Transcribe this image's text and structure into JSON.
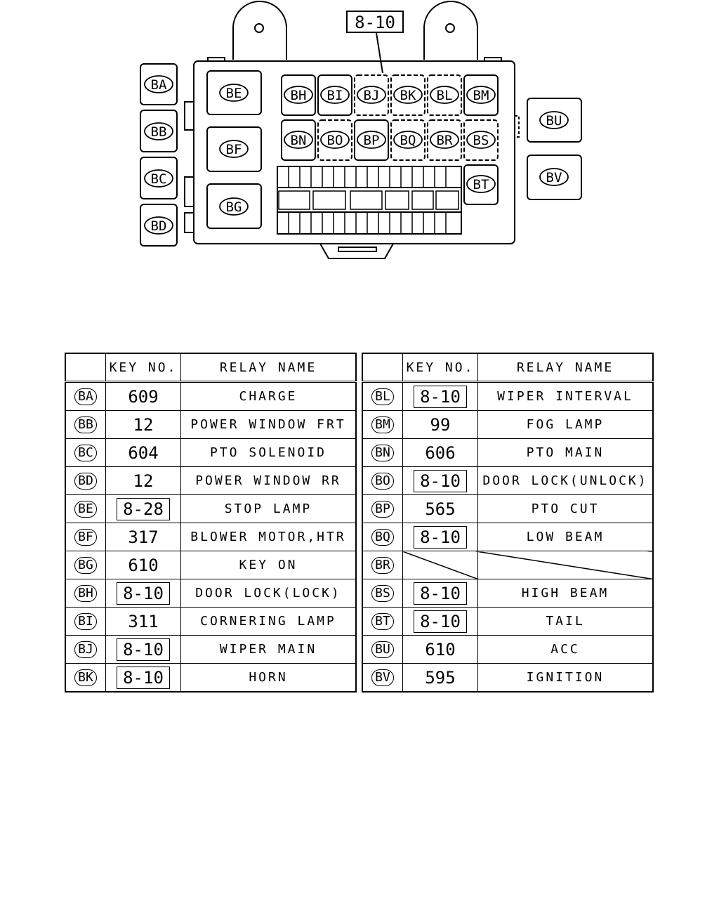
{
  "diagram": {
    "callout": "8-10",
    "fuse_block_labels": [
      "BA",
      "BB",
      "BC",
      "BD"
    ],
    "box_relays_large": [
      "BE",
      "BF",
      "BG"
    ],
    "box_relays_row1": [
      "BH",
      "BI",
      "BJ",
      "BK",
      "BL",
      "BM"
    ],
    "box_relays_row2": [
      "BN",
      "BO",
      "BP",
      "BQ",
      "BR",
      "BS"
    ],
    "box_relay_tail": "BT",
    "external_relays": [
      "BU",
      "BV"
    ]
  },
  "tables": {
    "headers": {
      "key": "KEY NO.",
      "name": "RELAY NAME"
    },
    "left": [
      {
        "id": "BA",
        "key": "609",
        "boxed": false,
        "name": "CHARGE"
      },
      {
        "id": "BB",
        "key": "12",
        "boxed": false,
        "name": "POWER WINDOW FRT"
      },
      {
        "id": "BC",
        "key": "604",
        "boxed": false,
        "name": "PTO SOLENOID"
      },
      {
        "id": "BD",
        "key": "12",
        "boxed": false,
        "name": "POWER WINDOW RR"
      },
      {
        "id": "BE",
        "key": "8-28",
        "boxed": true,
        "name": "STOP LAMP"
      },
      {
        "id": "BF",
        "key": "317",
        "boxed": false,
        "name": "BLOWER MOTOR,HTR"
      },
      {
        "id": "BG",
        "key": "610",
        "boxed": false,
        "name": "KEY ON"
      },
      {
        "id": "BH",
        "key": "8-10",
        "boxed": true,
        "name": "DOOR LOCK(LOCK)"
      },
      {
        "id": "BI",
        "key": "311",
        "boxed": false,
        "name": "CORNERING LAMP"
      },
      {
        "id": "BJ",
        "key": "8-10",
        "boxed": true,
        "name": "WIPER MAIN"
      },
      {
        "id": "BK",
        "key": "8-10",
        "boxed": true,
        "name": "HORN"
      }
    ],
    "right": [
      {
        "id": "BL",
        "key": "8-10",
        "boxed": true,
        "name": "WIPER INTERVAL"
      },
      {
        "id": "BM",
        "key": "99",
        "boxed": false,
        "name": "FOG LAMP"
      },
      {
        "id": "BN",
        "key": "606",
        "boxed": false,
        "name": "PTO MAIN"
      },
      {
        "id": "BO",
        "key": "8-10",
        "boxed": true,
        "name": "DOOR LOCK(UNLOCK)"
      },
      {
        "id": "BP",
        "key": "565",
        "boxed": false,
        "name": "PTO CUT"
      },
      {
        "id": "BQ",
        "key": "8-10",
        "boxed": true,
        "name": "LOW BEAM"
      },
      {
        "id": "BR",
        "key": "",
        "boxed": false,
        "name": "",
        "empty": true
      },
      {
        "id": "BS",
        "key": "8-10",
        "boxed": true,
        "name": "HIGH BEAM"
      },
      {
        "id": "BT",
        "key": "8-10",
        "boxed": true,
        "name": "TAIL"
      },
      {
        "id": "BU",
        "key": "610",
        "boxed": false,
        "name": "ACC"
      },
      {
        "id": "BV",
        "key": "595",
        "boxed": false,
        "name": "IGNITION"
      }
    ]
  }
}
